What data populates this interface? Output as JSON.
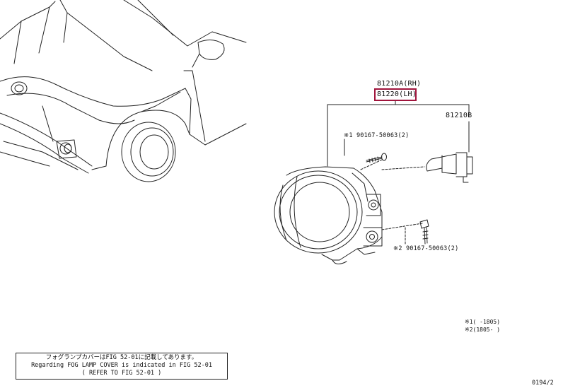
{
  "parts": {
    "part_rh": "81210A(RH)",
    "part_lh": "81220(LH)",
    "bulb": "81210B",
    "screw_upper": "※1 90167-50063(2)",
    "screw_lower": "※2 90167-50063(2)"
  },
  "footnotes": {
    "note1": "※1(   -1805)",
    "note2": "※2(1805-   )"
  },
  "notice": {
    "line_jp": "フォグランプカバーはFIG 52-01に記載してあります。",
    "line_en": "Regarding FOG LAMP COVER is indicated in FIG 52-01",
    "line_ref": "( REFER TO FIG 52-01 )"
  },
  "figure_id": "0194/2",
  "colors": {
    "highlight": "#a0143c",
    "line": "#222222"
  }
}
